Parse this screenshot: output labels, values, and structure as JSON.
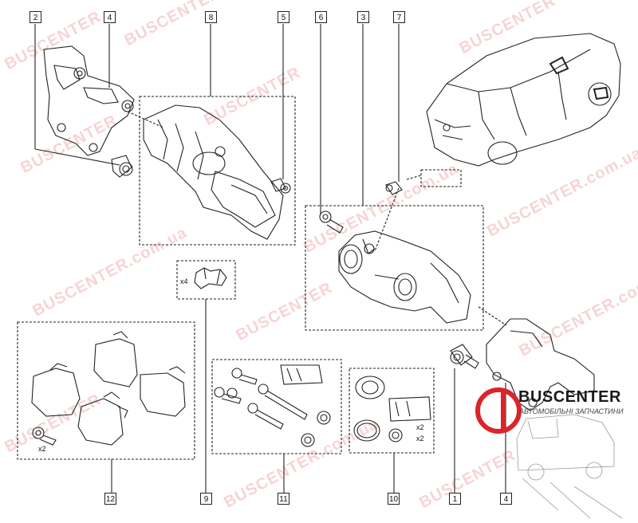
{
  "callouts": {
    "top": [
      "2",
      "4",
      "8",
      "5",
      "6",
      "3",
      "7"
    ],
    "bottom": [
      "12",
      "9",
      "11",
      "10",
      "1",
      "4"
    ]
  },
  "quantities": {
    "clips": "x4",
    "bolt": "x2",
    "seal_kit_a": "x2",
    "seal_kit_b": "x2"
  },
  "watermark": {
    "brand": "BUSCENTER",
    "site": "BUSCENTER.com.ua"
  },
  "logo": {
    "name": "BUSCENTER",
    "tagline": "АВТОМОБІЛЬНІ ЗАПЧАСТИНИ"
  },
  "colors": {
    "line": "#222222",
    "watermark": "#d73c3c",
    "logo_red": "#d9262b"
  }
}
